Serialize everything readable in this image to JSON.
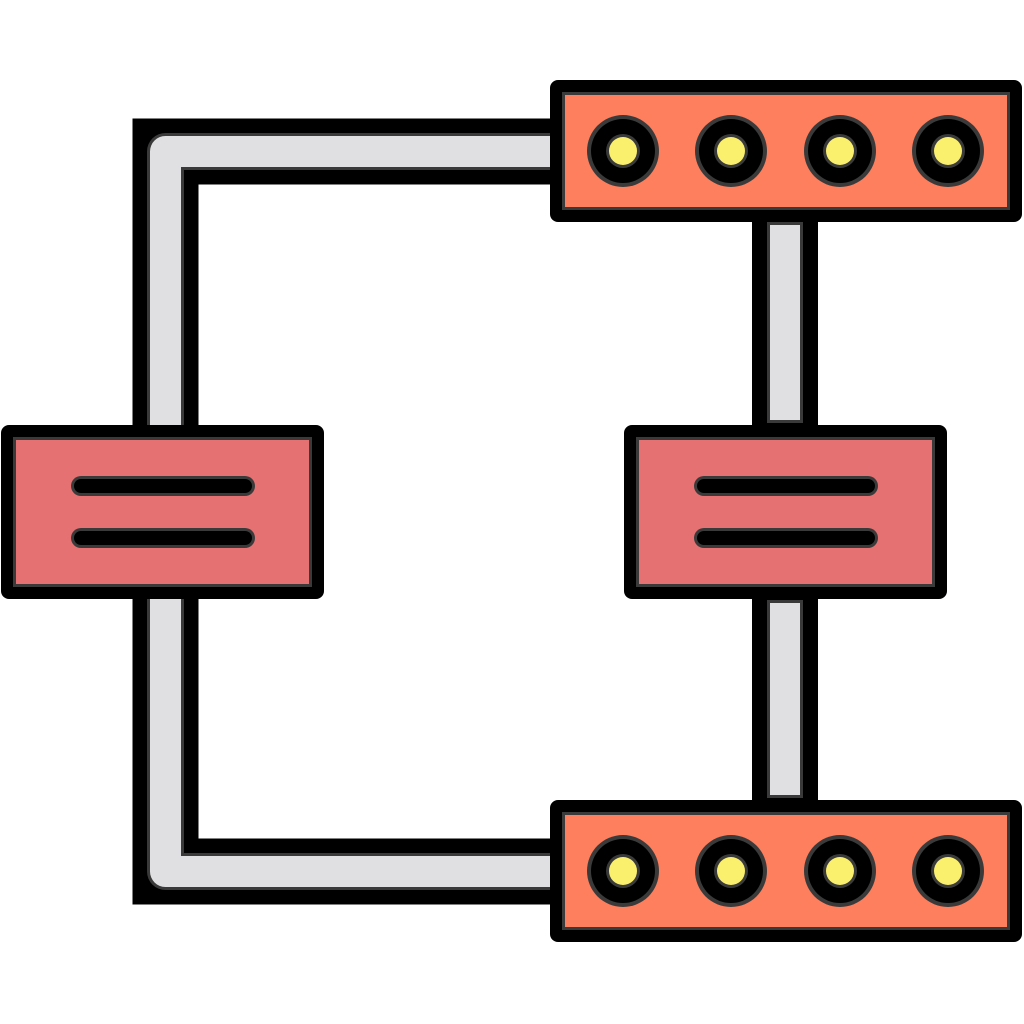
{
  "colors": {
    "outline": "#000000",
    "inner_outline": "#3a3a3a",
    "pipe_fill": "#e0dfe1",
    "hub_fill": "#fd7f5e",
    "switch_fill": "#e57173",
    "led_fill": "#fbf06d"
  },
  "nodes": {
    "top_hub": {
      "leds": 4
    },
    "bottom_hub": {
      "leds": 4
    },
    "left_switch": {
      "slots": 2
    },
    "right_switch": {
      "slots": 2
    }
  }
}
